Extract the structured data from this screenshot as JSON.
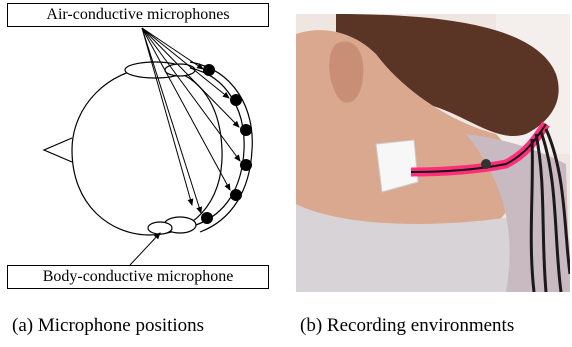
{
  "labels": {
    "air": "Air-conductive microphones",
    "body": "Body-conductive microphone"
  },
  "captions": {
    "a": "(a) Microphone positions",
    "b": "(b) Recording environments"
  },
  "colors": {
    "line": "#000000",
    "skin": "#d9a88e",
    "hair": "#5a3425",
    "shirt": "#d7d3d6",
    "cable": "#ff2d7a"
  }
}
